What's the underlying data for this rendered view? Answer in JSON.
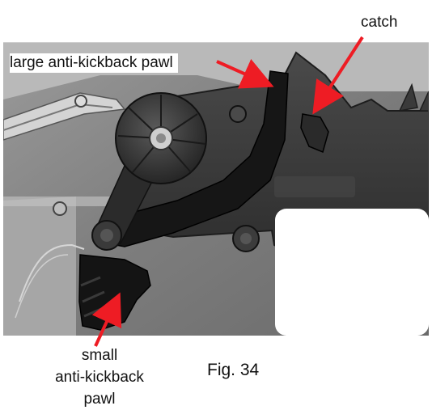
{
  "figure": {
    "caption": "Fig. 34",
    "callouts": {
      "large_pawl": "large anti-kickback pawl",
      "catch": "catch",
      "small_pawl_line1": "small",
      "small_pawl_line2": "anti-kickback",
      "small_pawl_line3": "pawl"
    },
    "colors": {
      "arrow": "#ee1c24",
      "pawl": "#1a1a1a",
      "body": "#3b3b3b",
      "background": "#8c8c8c"
    }
  }
}
